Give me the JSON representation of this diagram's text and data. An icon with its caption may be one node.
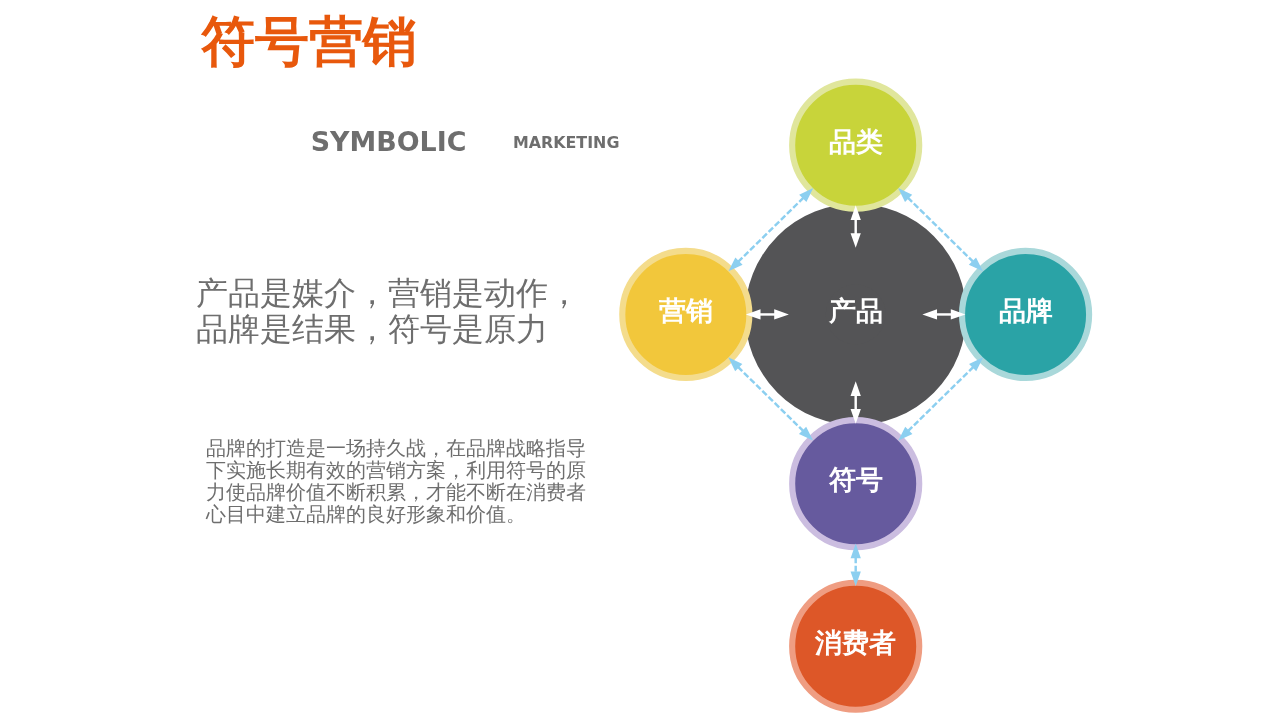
{
  "diagram": {
    "title": "符号营销",
    "nodes": [
      {
        "text": [
          "品类"
        ]
      },
      {
        "text": [
          "营销"
        ]
      },
      {
        "text": [
          "产品"
        ]
      },
      {
        "text": [
          "品牌"
        ]
      },
      {
        "text": [
          "符号"
        ]
      },
      {
        "text": [
          "消费者"
        ]
      }
    ],
    "edges": [
      {
        "from": 0,
        "to": 2,
        "arrow": "both",
        "color": "#ffffff"
      },
      {
        "from": 1,
        "to": 2,
        "arrow": "both",
        "color": "#ffffff"
      },
      {
        "from": 2,
        "to": 3,
        "arrow": "both",
        "color": "#ffffff"
      },
      {
        "from": 2,
        "to": 4,
        "arrow": "both",
        "color": "#ffffff"
      },
      {
        "from": 0,
        "to": 1,
        "arrow": "both",
        "style": "dashed",
        "color": "#8ccff0"
      },
      {
        "from": 0,
        "to": 3,
        "arrow": "both",
        "style": "dashed",
        "color": "#8ccff0"
      },
      {
        "from": 1,
        "to": 4,
        "arrow": "both",
        "style": "dashed",
        "color": "#8ccff0"
      },
      {
        "from": 3,
        "to": 4,
        "arrow": "both",
        "style": "dashed",
        "color": "#8ccff0"
      },
      {
        "from": 4,
        "to": 5,
        "arrow": "both",
        "style": "dashed",
        "color": "#8ccff0"
      }
    ],
    "labels": [
      "SYMBOLIC",
      "MARKETING",
      "产品是媒介，营销是动作，品牌是结果，符号是原力",
      "品牌的打造是一场持久战，在品牌战略指导下实施长期有效的营销方案，利用符号的原力使品牌价值不断积累，才能不断在消费者心目中建立品牌的良好形象和价值。"
    ]
  }
}
